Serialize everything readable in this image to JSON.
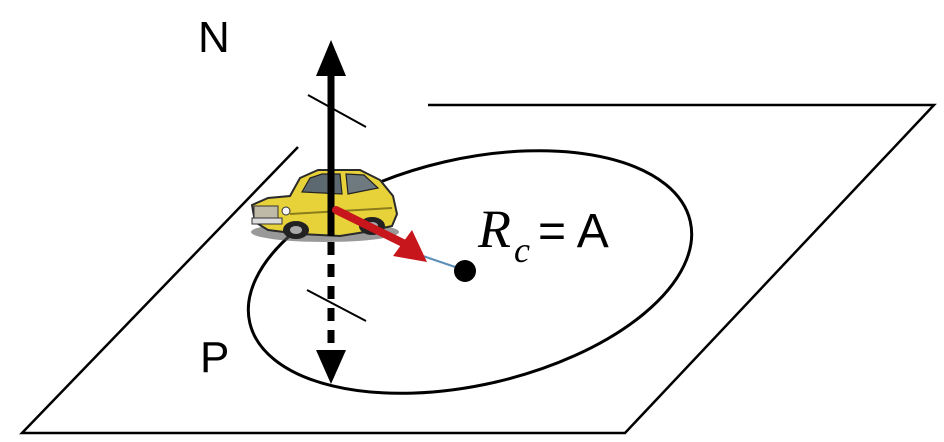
{
  "labels": {
    "normal": "N",
    "plane": "P",
    "rc_symbol": "R",
    "rc_subscript": "c",
    "rc_value": "= A"
  },
  "colors": {
    "radius_arrow": "#c8161d",
    "car_body": "#e8d23a",
    "outline": "#000000"
  },
  "icons": {
    "vehicle": "car-icon"
  }
}
